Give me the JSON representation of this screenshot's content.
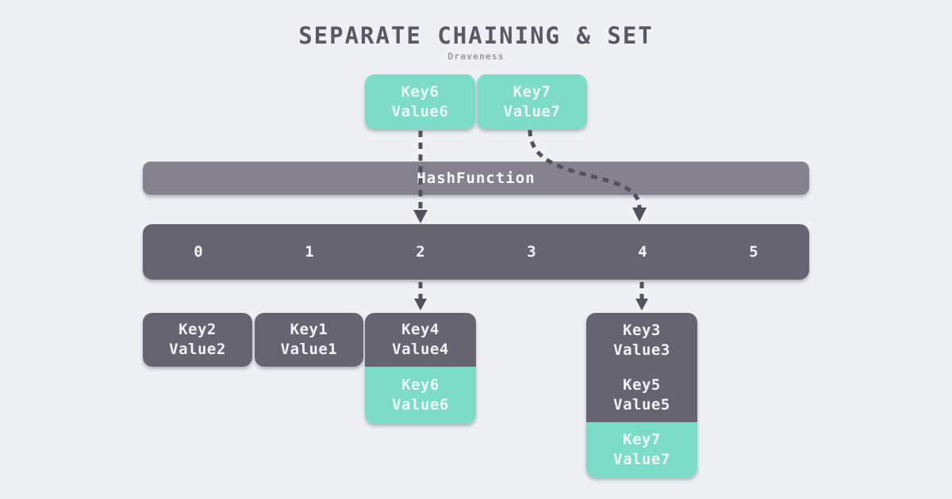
{
  "title": "SEPARATE CHAINING & SET",
  "subtitle": "Draveness",
  "colors": {
    "background": "#eef0f4",
    "teal": "#7cdcc8",
    "dark": "#676471",
    "medium": "#85828e",
    "arrow": "#54515c",
    "title": "#595863",
    "subtitle": "#9b99a4",
    "text_on_dark": "#f2f2f4",
    "text_on_teal": "#ecf9f5"
  },
  "incoming_entries": [
    {
      "key": "Key6",
      "value": "Value6"
    },
    {
      "key": "Key7",
      "value": "Value7"
    }
  ],
  "hash_bar": {
    "label": "HashFunction"
  },
  "buckets": [
    "0",
    "1",
    "2",
    "3",
    "4",
    "5"
  ],
  "chains": [
    {
      "bucket": "0",
      "entries": [
        {
          "key": "Key2",
          "value": "Value2",
          "highlighted": false
        }
      ]
    },
    {
      "bucket": "1",
      "entries": [
        {
          "key": "Key1",
          "value": "Value1",
          "highlighted": false
        }
      ]
    },
    {
      "bucket": "2",
      "entries": [
        {
          "key": "Key4",
          "value": "Value4",
          "highlighted": false
        },
        {
          "key": "Key6",
          "value": "Value6",
          "highlighted": true
        }
      ]
    },
    {
      "bucket": "4",
      "entries": [
        {
          "key": "Key3",
          "value": "Value3",
          "highlighted": false
        },
        {
          "key": "Key5",
          "value": "Value5",
          "highlighted": false
        },
        {
          "key": "Key7",
          "value": "Value7",
          "highlighted": true
        }
      ]
    }
  ]
}
